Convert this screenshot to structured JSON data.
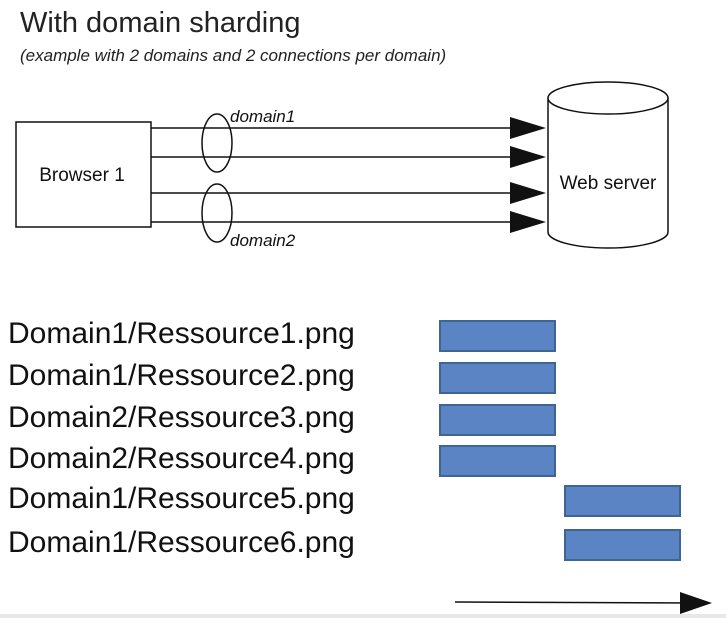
{
  "title": "With domain sharding",
  "subtitle": "(example with 2 domains and 2 connections per domain)",
  "diagram": {
    "browser_label": "Browser 1",
    "server_label": "Web server",
    "connection_groups": [
      {
        "label": "domain1",
        "connections": 2
      },
      {
        "label": "domain2",
        "connections": 2
      }
    ]
  },
  "resources": [
    {
      "label": "Domain1/Ressource1.png",
      "domain": "domain1",
      "slot": 1
    },
    {
      "label": "Domain1/Ressource2.png",
      "domain": "domain1",
      "slot": 1
    },
    {
      "label": "Domain2/Ressource3.png",
      "domain": "domain2",
      "slot": 1
    },
    {
      "label": "Domain2/Ressource4.png",
      "domain": "domain2",
      "slot": 1
    },
    {
      "label": "Domain1/Ressource5.png",
      "domain": "domain1",
      "slot": 2
    },
    {
      "label": "Domain1/Ressource6.png",
      "domain": "domain1",
      "slot": 2
    }
  ],
  "colors": {
    "bar_fill": "#5b84c4",
    "bar_border": "#3f6593",
    "line": "#111111"
  }
}
